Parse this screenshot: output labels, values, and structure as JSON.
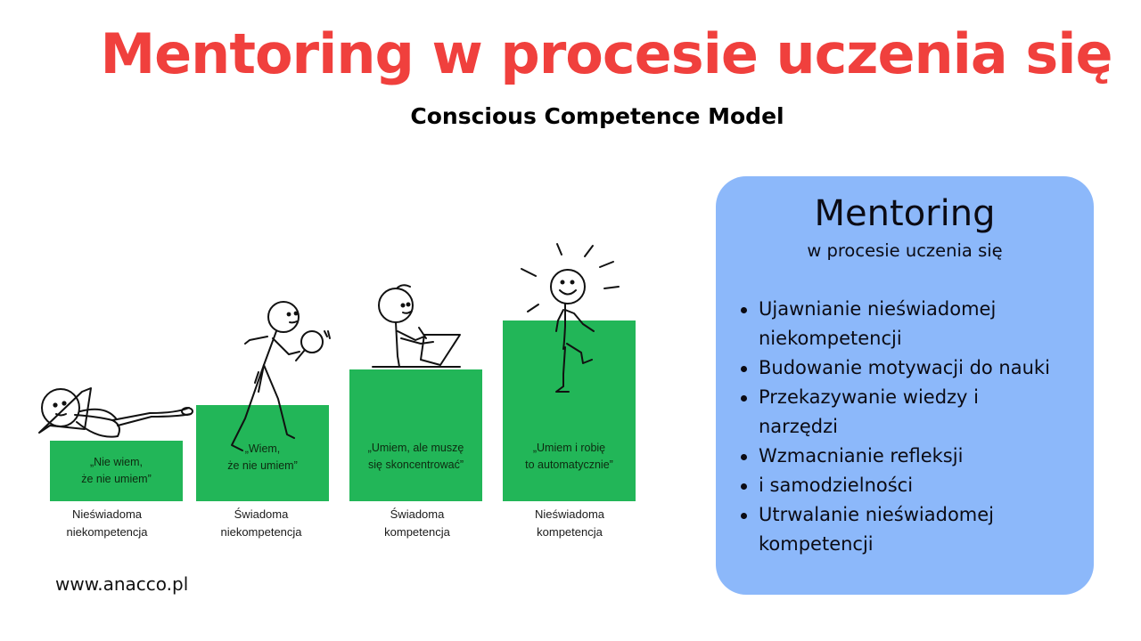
{
  "header": {
    "title": "Mentoring w procesie uczenia się",
    "subtitle": "Conscious Competence Model"
  },
  "colors": {
    "title": "#f0403d",
    "step": "#22b658",
    "panel": "#8cb8fa"
  },
  "stages": [
    {
      "quote": [
        "„Nie wiem,",
        "że nie umiem”"
      ],
      "label": [
        "Nieświadoma",
        "niekompetencja"
      ]
    },
    {
      "quote": [
        "„Wiem,",
        "że nie umiem”"
      ],
      "label": [
        "Świadoma",
        "niekompetencja"
      ]
    },
    {
      "quote": [
        "„Umiem, ale muszę",
        "się skoncentrować”"
      ],
      "label": [
        "Świadoma",
        "kompetencja"
      ]
    },
    {
      "quote": [
        "„Umiem i robię",
        "to automatycznie”"
      ],
      "label": [
        "Nieświadoma",
        "kompetencja"
      ]
    }
  ],
  "panel": {
    "title": "Mentoring",
    "subtitle": "w procesie uczenia się",
    "items": [
      [
        "Ujawnianie nieświadomej",
        "niekompetencji"
      ],
      [
        "Budowanie motywacji do nauki"
      ],
      [
        "Przekazywanie wiedzy i",
        "narzędzi"
      ],
      [
        "Wzmacnianie refleksji"
      ],
      [
        "i samodzielności"
      ],
      [
        "Utrwalanie nieświadomej",
        "kompetencji"
      ]
    ]
  },
  "footer": {
    "website": "www.anacco.pl"
  },
  "figures": [
    "lying-stick-figure",
    "searching-stick-figure-with-magnifier",
    "writing-stick-figure",
    "happy-stick-figure"
  ]
}
